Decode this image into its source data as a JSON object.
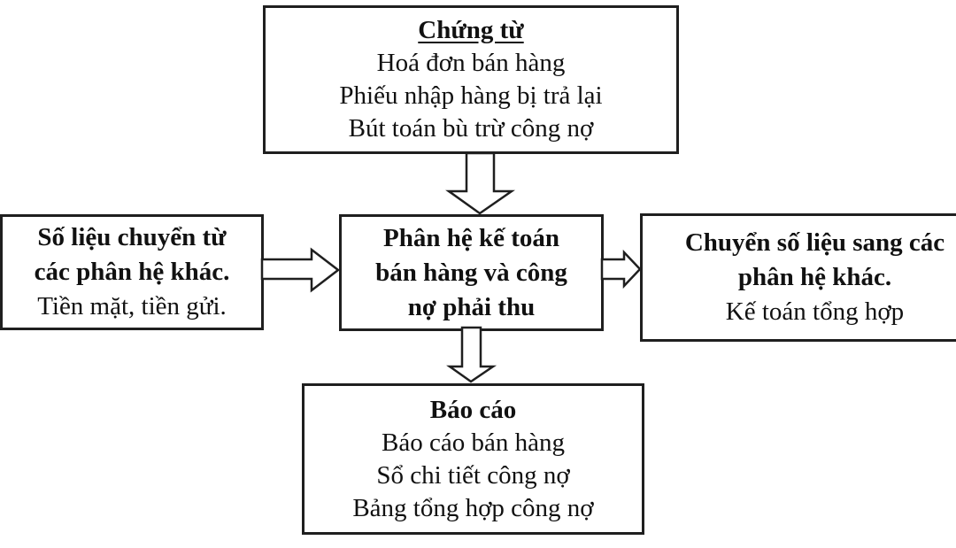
{
  "colors": {
    "background": "#ffffff",
    "box_background": "#ffffff",
    "border": "#1f1f1f",
    "text": "#111111"
  },
  "boxes": {
    "documents": {
      "title": "Chứng từ",
      "lines": [
        "Hoá đơn bán hàng",
        "Phiếu nhập hàng bị trả lại",
        "Bút toán bù trừ công nợ"
      ]
    },
    "data_from_other_modules": {
      "bold_lines": [
        "Số liệu chuyển từ",
        "các phân hệ khác."
      ],
      "lines": [
        "Tiền mặt, tiền gửi."
      ]
    },
    "sales_accounting_module": {
      "bold_lines": [
        "Phân hệ kế toán",
        "bán hàng và công",
        "nợ phải thu"
      ]
    },
    "transfer_to_other_modules": {
      "bold_lines": [
        "Chuyển số liệu sang các",
        "phân hệ khác."
      ],
      "lines": [
        "Kế toán tổng hợp"
      ]
    },
    "reports": {
      "title": "Báo cáo",
      "lines": [
        "Báo cáo bán hàng",
        "Sổ chi tiết công nợ",
        "Bảng tổng hợp công nợ"
      ]
    }
  },
  "arrows": [
    {
      "name": "documents-to-module",
      "direction": "down"
    },
    {
      "name": "other-modules-to-module",
      "direction": "right"
    },
    {
      "name": "module-to-other-modules",
      "direction": "right"
    },
    {
      "name": "module-to-reports",
      "direction": "down"
    }
  ]
}
